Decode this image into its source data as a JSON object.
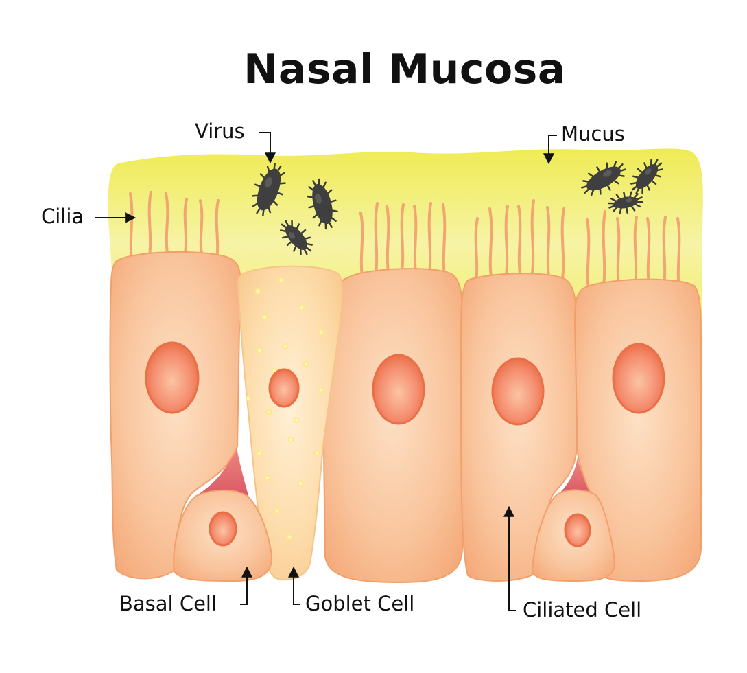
{
  "title": "Nasal Mucosa",
  "labels": {
    "virus": "Virus",
    "mucus": "Mucus",
    "cilia": "Cilia",
    "basal_cell": "Basal Cell",
    "goblet_cell": "Goblet Cell",
    "ciliated_cell": "Ciliated Cell"
  },
  "colors": {
    "mucus": "#f2ee6a",
    "cell": "#f8b98a",
    "cell_edge": "#f2a06a",
    "nucleus": "#ef7d58",
    "goblet": "#fbd69a",
    "basal_gap": "#e06a6e",
    "virus": "#3a3a3a",
    "cilia": "#f2a472"
  }
}
